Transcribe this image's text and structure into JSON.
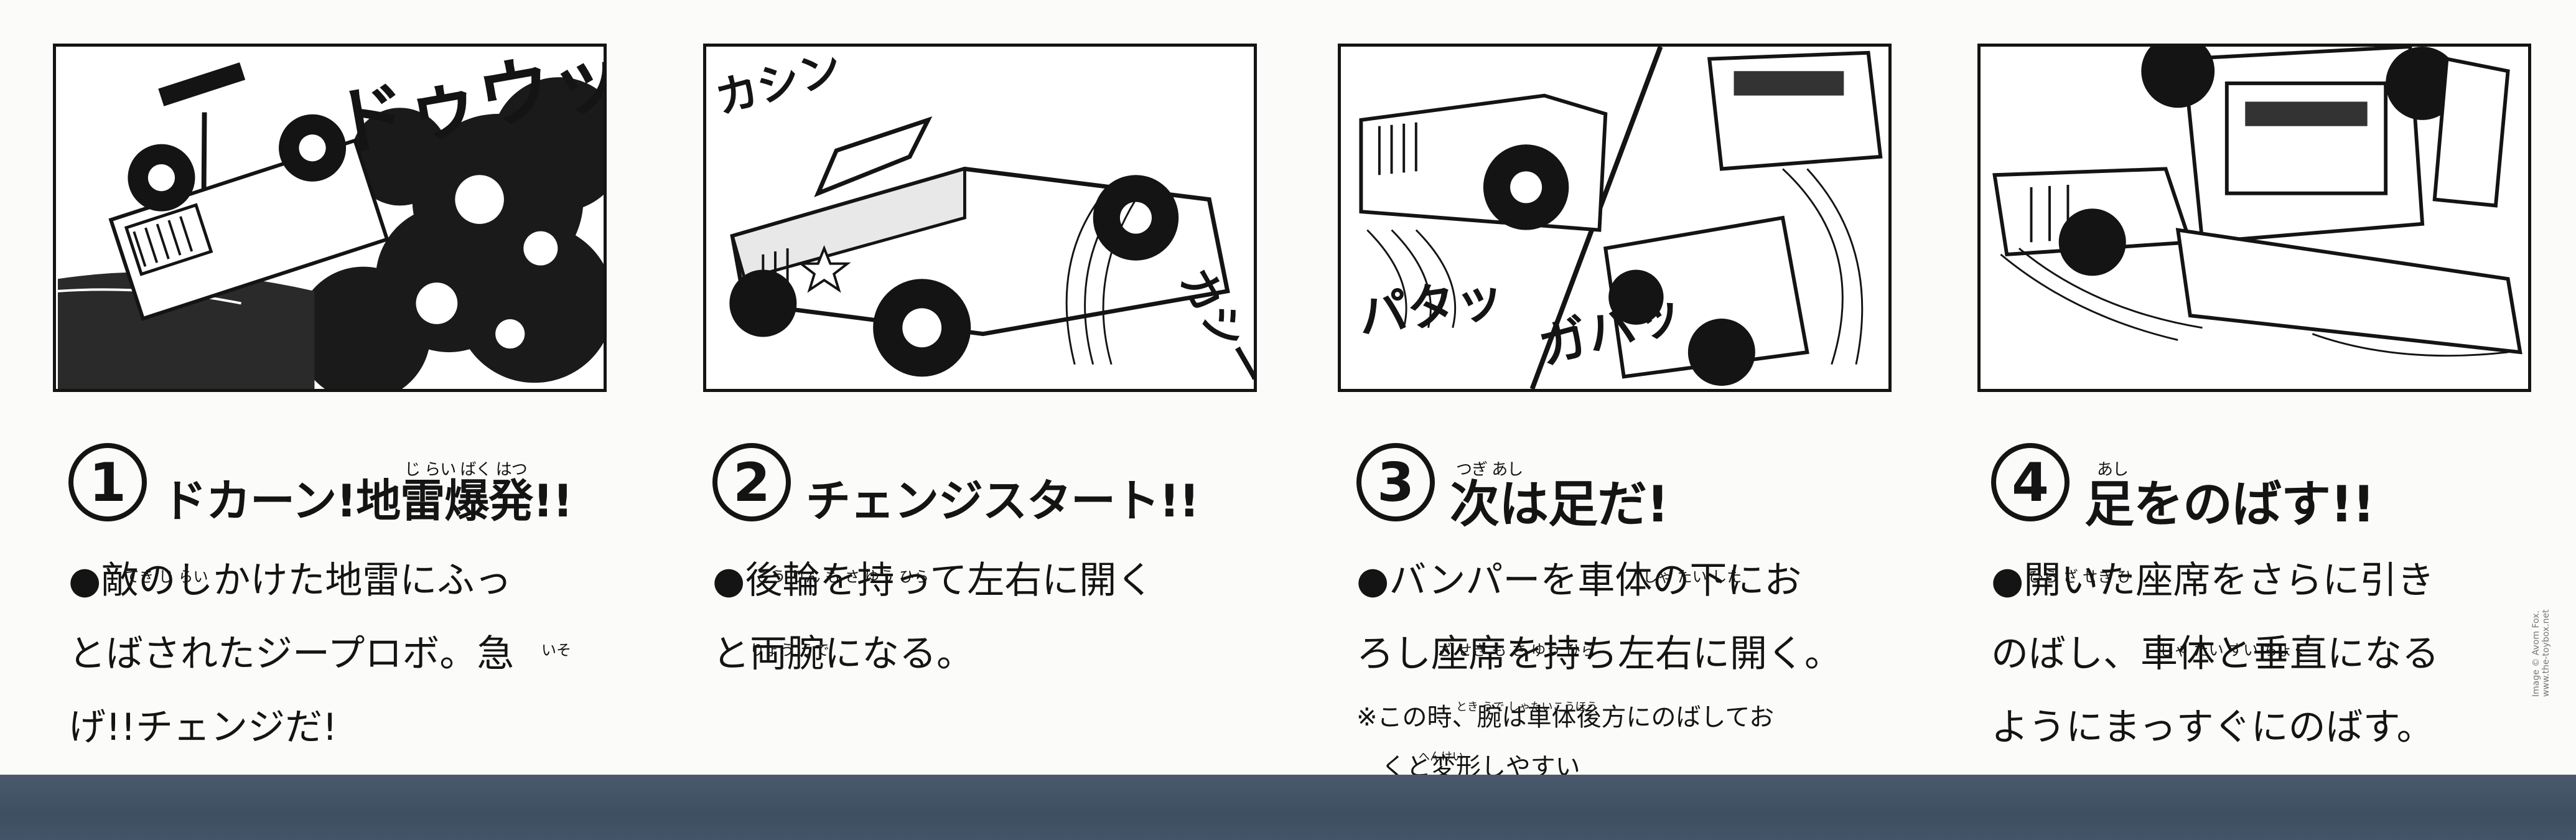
{
  "panels": [
    {
      "sfx": "ドゥウッ"
    },
    {
      "sfx": "カシン",
      "sfx2": "カシーン"
    },
    {
      "sfx": "パタッ",
      "sfx2": "ガバッ"
    },
    {
      "sfx": ""
    }
  ],
  "steps": [
    {
      "number": "1",
      "title": "ドカーン!地雷爆発!!",
      "title_ruby": "じ らい ばく はつ",
      "body_lines": [
        "●敵のしかけた地雷にふっ",
        "とばされたジープロボ。急",
        "げ!!チェンジだ!"
      ],
      "body_ruby": [
        "てき じ らい",
        "いそ",
        ""
      ]
    },
    {
      "number": "2",
      "title": "チェンジスタート!!",
      "title_ruby": "",
      "body_lines": [
        "●後輪を持って左右に開く",
        "と両腕になる。"
      ],
      "body_ruby": [
        "こう りん も さ ゆう ひら",
        "りょう うで"
      ]
    },
    {
      "number": "3",
      "title": "次は足だ!",
      "title_ruby": "つぎ あし",
      "body_lines": [
        "●バンパーを車体の下にお",
        "ろし座席を持ち左右に開く。"
      ],
      "body_ruby": [
        "しゃ たい した",
        "ざ せき も さ ゆう ひら"
      ],
      "note_lines": [
        "※この時、腕は車体後方にのばしてお",
        "くと変形しやすい"
      ],
      "note_ruby": [
        "とき うで しゃたいこうほう",
        "へんけい"
      ]
    },
    {
      "number": "4",
      "title": "足をのばす!!",
      "title_ruby": "あし",
      "body_lines": [
        "●開いた座席をさらに引き",
        "のばし、車体と垂直になる",
        "ようにまっすぐにのばす。"
      ],
      "body_ruby": [
        "ひら ざ せき ひ",
        "しゃ たい すい ちょく",
        ""
      ]
    }
  ],
  "credit": "Image © Avom Fox. www.the-toybox.net"
}
